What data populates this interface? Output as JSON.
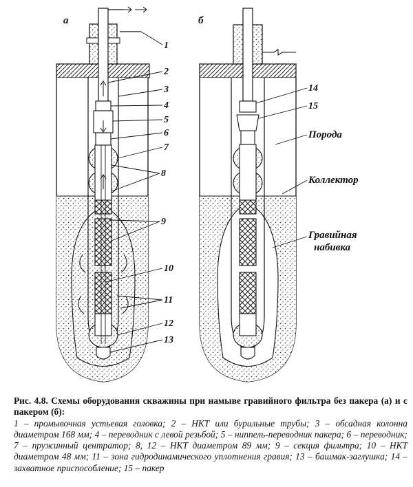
{
  "panels": {
    "a": "а",
    "b": "б"
  },
  "callouts": [
    "1",
    "2",
    "3",
    "4",
    "5",
    "6",
    "7",
    "8",
    "9",
    "10",
    "11",
    "12",
    "13",
    "14",
    "15"
  ],
  "labels": {
    "rock": "Порода",
    "collector": "Коллектор",
    "gravel_line1": "Гравийная",
    "gravel_line2": "набивка"
  },
  "caption": {
    "title": "Рис. 4.8. Схемы оборудования скважины при намыве гравийного фильтра без пакера (а) и с пакером (б):",
    "body": "1 – промывочная устьевая головка; 2 – НКТ или бурильные трубы; 3 – обсадная колонна диаметром 168 мм; 4 – переводник с левой резьбой; 5 – ниппель-переводник пакера; 6 – переводник; 7 – пружинный центратор; 8, 12 – НКТ диаметром 89 мм; 9 – секция фильтра; 10 – НКТ диаметром 48 мм; 11 – зона гидродинамического уплотнения гравия; 13 – башмак-заглушка; 14 – захватное приспособление; 15 – пакер"
  }
}
